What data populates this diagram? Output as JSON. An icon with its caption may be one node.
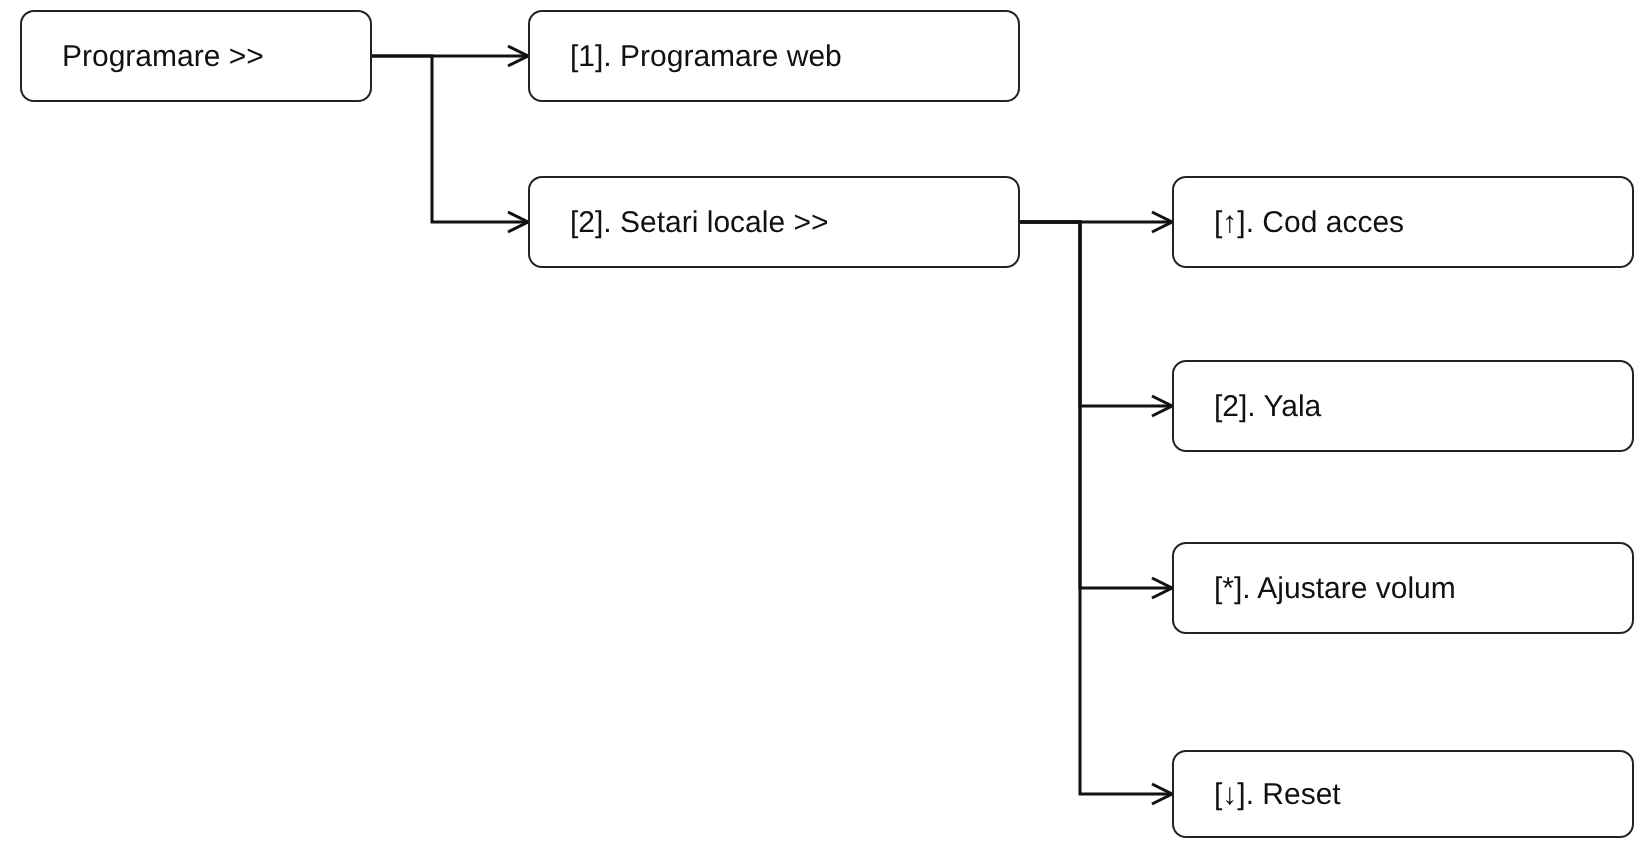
{
  "diagram": {
    "nodes": [
      {
        "text": [
          "Programare >>"
        ]
      },
      {
        "text": [
          "[1]. Programare web"
        ]
      },
      {
        "text": [
          "[2]. Setari locale >>"
        ]
      },
      {
        "text": [
          "[↑]. Cod acces"
        ]
      },
      {
        "text": [
          "[2]. Yala"
        ]
      },
      {
        "text": [
          "[*]. Ajustare volum"
        ]
      },
      {
        "text": [
          "[↓]. Reset"
        ]
      }
    ],
    "edges": [
      {
        "from": 0,
        "to": 1,
        "arrow": "to"
      },
      {
        "from": 0,
        "to": 2,
        "arrow": "to"
      },
      {
        "from": 2,
        "to": 3,
        "arrow": "to"
      },
      {
        "from": 2,
        "to": 4,
        "arrow": "to"
      },
      {
        "from": 2,
        "to": 5,
        "arrow": "to"
      },
      {
        "from": 2,
        "to": 6,
        "arrow": "to"
      }
    ]
  }
}
